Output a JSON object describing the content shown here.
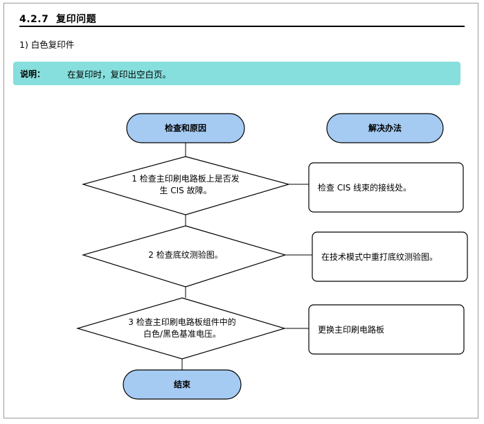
{
  "section": {
    "number": "4.2.7",
    "title": "复印问题"
  },
  "subtitle": "1) 白色复印件",
  "note": {
    "label": "说明：",
    "text": "在复印时，复印出空白页。"
  },
  "flow": {
    "left_header": "检查和原因",
    "right_header": "解决办法",
    "step1": "1 检查主印刷电路板上是否发生 CIS 故障。",
    "step1_line1": "1 检查主印刷电路板上是否发",
    "step1_line2": "生 CIS 故障。",
    "step2": "2 检查底纹测验图。",
    "step3_line1": "3 检查主印刷电路板组件中的",
    "step3_line2": "白色/黑色基准电压。",
    "solution1": "检查 CIS 线束的接线处。",
    "solution2": "在技术模式中重打底纹测验图。",
    "solution3": "更换主印刷电路板",
    "end": "结束"
  },
  "colors": {
    "pill_fill": "#a5cbf3",
    "note_fill": "#86dfdc",
    "stroke": "#000000"
  }
}
